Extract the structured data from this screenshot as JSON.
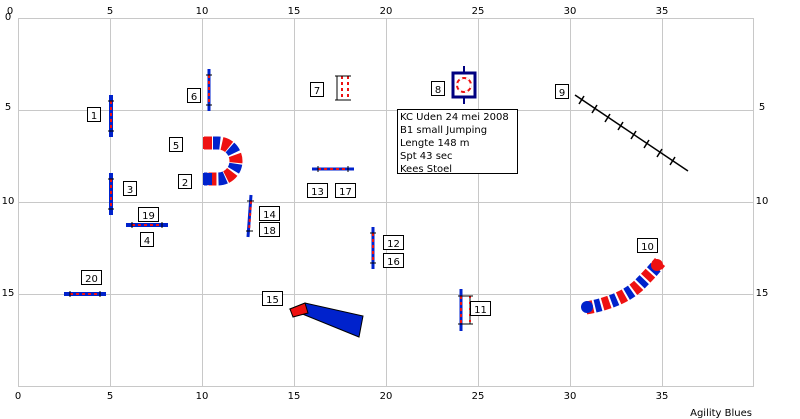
{
  "axis_labels": {
    "top": [
      "0",
      "5",
      "10",
      "15",
      "20",
      "25",
      "30",
      "35"
    ],
    "bottom": [
      "0",
      "5",
      "10",
      "15",
      "20",
      "25",
      "30",
      "35"
    ],
    "left": [
      "0",
      "5",
      "10",
      "15"
    ],
    "right": [
      "5",
      "10",
      "15"
    ]
  },
  "info_box": {
    "line1": "KC Uden 24 mei 2008",
    "line2": "B1 small Jumping",
    "line3": "Lengte 148 m",
    "line4": "Spt 43 sec",
    "line5": "Kees Stoel"
  },
  "credit": "Agility Blues",
  "obstacle_numbers": [
    "1",
    "2",
    "3",
    "4",
    "5",
    "6",
    "7",
    "8",
    "9",
    "10",
    "11",
    "12",
    "13",
    "14",
    "15",
    "16",
    "17",
    "18",
    "19",
    "20"
  ],
  "colors": {
    "grid": "#c8c8c8",
    "blue": "#0022cc",
    "red": "#ee1111",
    "navy": "#000080"
  }
}
